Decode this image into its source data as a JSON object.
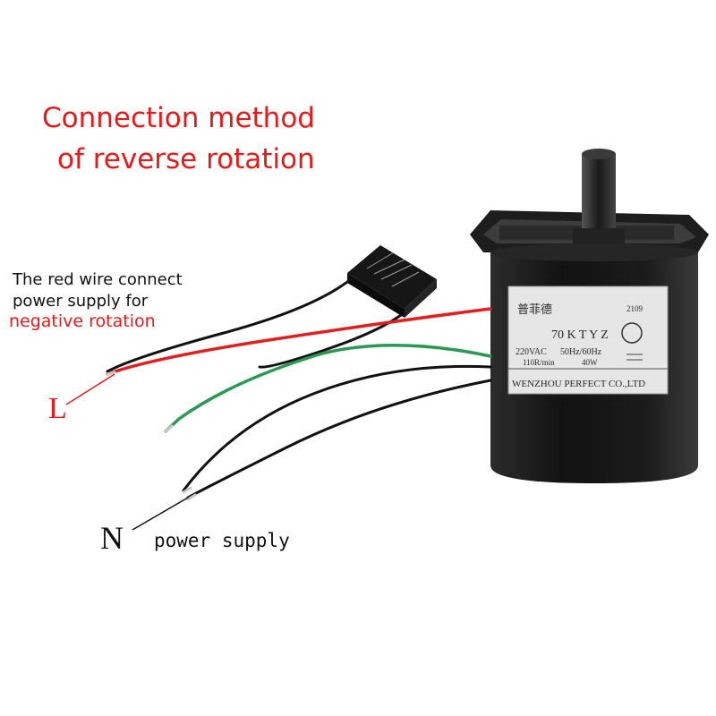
{
  "headline": {
    "line1": "Connection method",
    "line2": "of reverse rotation"
  },
  "note": {
    "line1": "The red wire connect",
    "line2": "power supply for",
    "line3": "negative rotation"
  },
  "labels": {
    "live": "L",
    "neutral": "N",
    "neutral_desc": "power supply"
  },
  "nameplate": {
    "brand": "普菲德",
    "code": "2109",
    "model": "70 K T Y Z",
    "voltage": "220VAC",
    "frequency": "50Hz/60Hz",
    "speed": "110R/min",
    "power": "40W",
    "maker": "WENZHOU PERFECT CO.,LTD"
  },
  "colors": {
    "title": "#e21b1b",
    "red_wire": "#e02020",
    "green_wire": "#2a9a52",
    "motor_body": "#151515"
  }
}
